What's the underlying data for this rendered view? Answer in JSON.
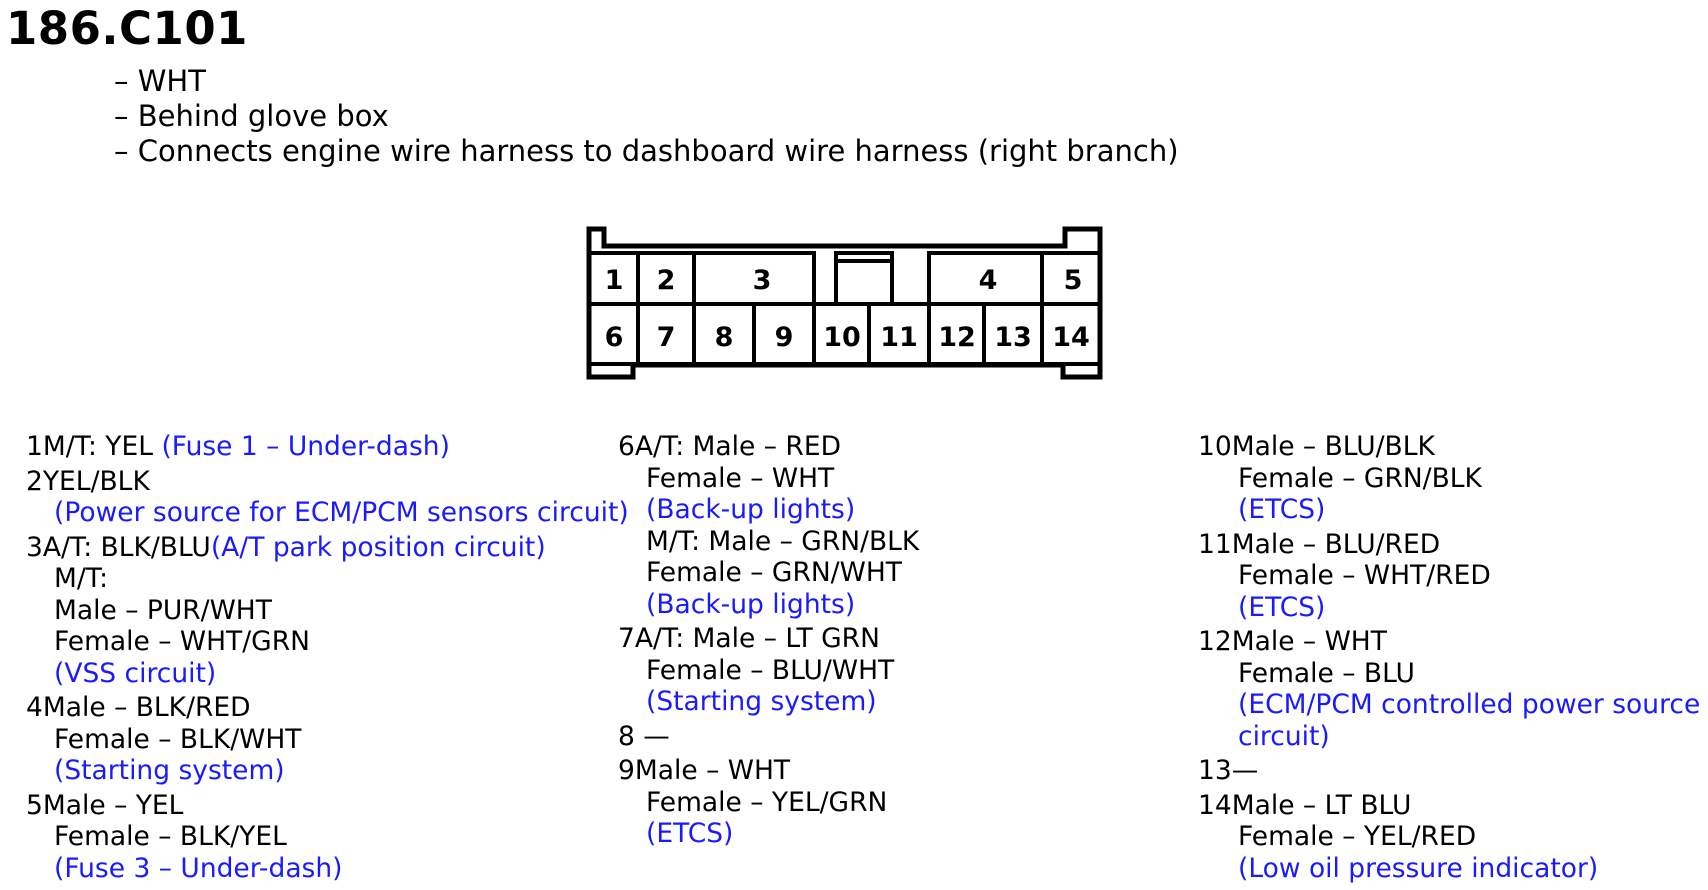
{
  "title": "186.C101",
  "bullets": [
    "– WHT",
    "– Behind glove box",
    "– Connects engine wire harness to dashboard wire harness (right branch)"
  ],
  "connector": {
    "top_pins": [
      "1",
      "2",
      "3",
      "4",
      "5"
    ],
    "bottom_pins": [
      "6",
      "7",
      "8",
      "9",
      "10",
      "11",
      "12",
      "13",
      "14"
    ]
  },
  "pins": {
    "p1": {
      "num": "1",
      "text": "M/T: YEL",
      "note": "(Fuse 1 – Under-dash)"
    },
    "p2": {
      "num": "2",
      "text": "YEL/BLK",
      "note": "(Power source for ECM/PCM sensors circuit)"
    },
    "p3": {
      "num": "3",
      "text": "A/T: BLK/BLU",
      "note": "(A/T park position circuit)",
      "l2": "M/T:",
      "l3": "Male – PUR/WHT",
      "l4": "Female – WHT/GRN",
      "note2": "(VSS circuit)"
    },
    "p4": {
      "num": "4",
      "text": "Male – BLK/RED",
      "l2": "Female – BLK/WHT",
      "note": "(Starting system)"
    },
    "p5": {
      "num": "5",
      "text": "Male – YEL",
      "l2": "Female – BLK/YEL",
      "note": "(Fuse 3 – Under-dash)"
    },
    "p6": {
      "num": "6",
      "text": "A/T: Male – RED",
      "l2": "Female – WHT",
      "note": "(Back-up lights)",
      "l3": "M/T: Male – GRN/BLK",
      "l4": "Female – GRN/WHT",
      "note2": "(Back-up lights)"
    },
    "p7": {
      "num": "7",
      "text": "A/T: Male – LT GRN",
      "l2": "Female – BLU/WHT",
      "note": "(Starting system)"
    },
    "p8": {
      "num": "8",
      "text": " —"
    },
    "p9": {
      "num": "9",
      "text": "Male – WHT",
      "l2": "Female – YEL/GRN",
      "note": "(ETCS)"
    },
    "p10": {
      "num": "10",
      "text": "Male – BLU/BLK",
      "l2": "Female – GRN/BLK",
      "note": "(ETCS)"
    },
    "p11": {
      "num": "11",
      "text": "Male – BLU/RED",
      "l2": "Female – WHT/RED",
      "note": "(ETCS)"
    },
    "p12": {
      "num": "12",
      "text": "Male – WHT",
      "l2": "Female – BLU",
      "note": "(ECM/PCM controlled power source",
      "note_b": "circuit)"
    },
    "p13": {
      "num": "13",
      "text": "—"
    },
    "p14": {
      "num": "14",
      "text": "Male – LT BLU",
      "l2": "Female – YEL/RED",
      "note": "(Low oil pressure indicator)"
    }
  }
}
